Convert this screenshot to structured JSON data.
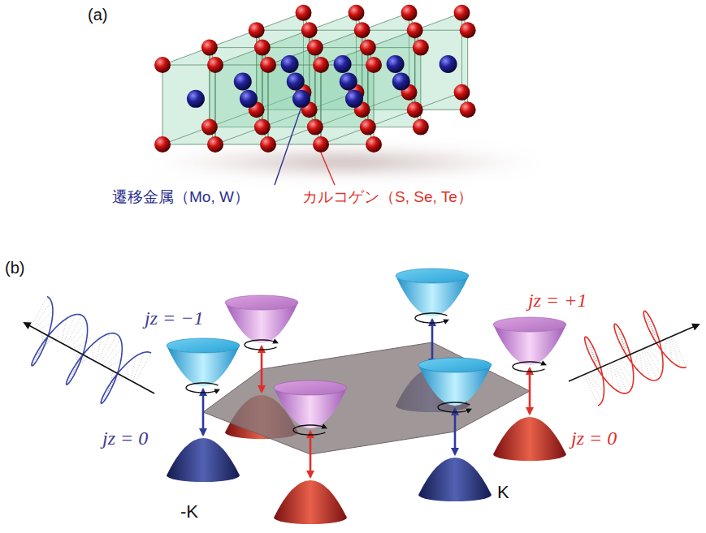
{
  "diagram": {
    "labels": [
      "(a)",
      "遷移金属（Mo, W）",
      "カルコゲン（S, Se, Te）",
      "(b)",
      "jz = −1",
      "jz = +1",
      "jz = 0",
      "jz = 0",
      "-K",
      "K"
    ]
  }
}
